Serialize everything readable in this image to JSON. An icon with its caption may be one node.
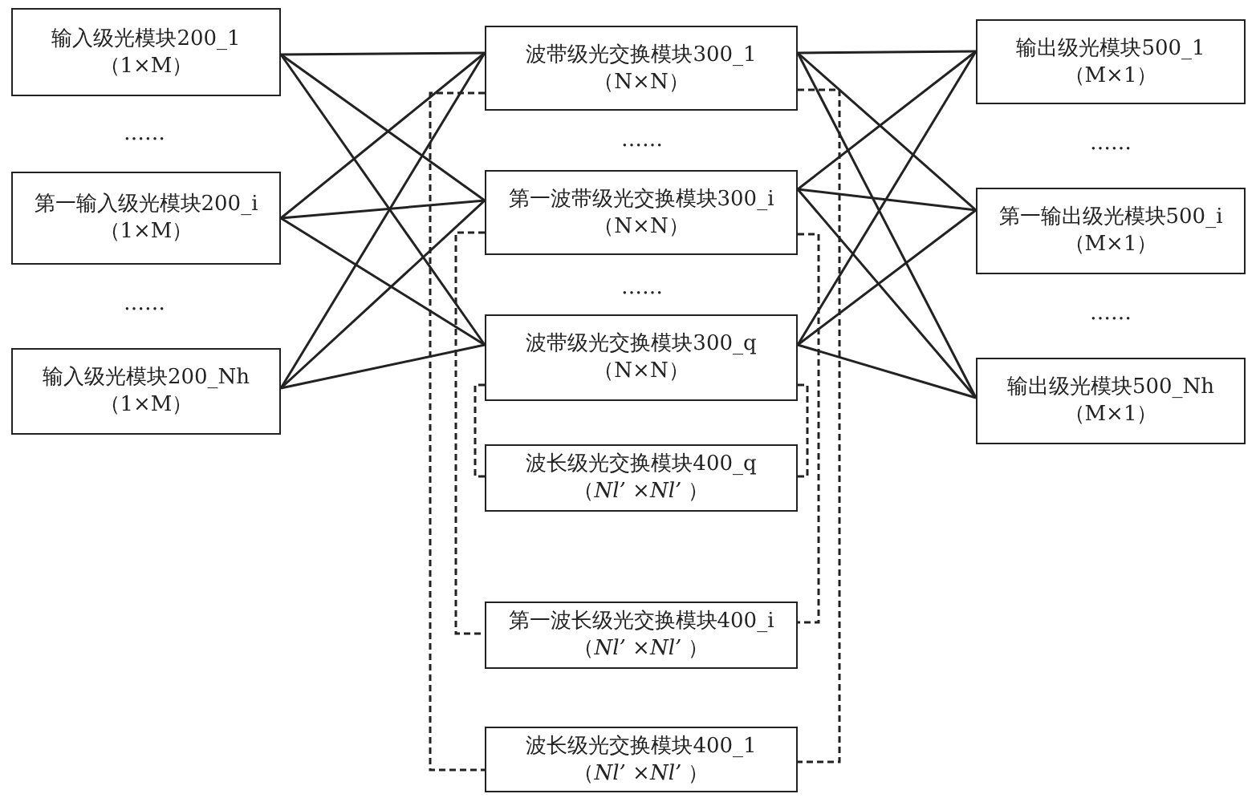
{
  "diagram": {
    "nodes": [
      {
        "text": [
          "输入级光模块200_1",
          "（1×M）"
        ]
      },
      {
        "text": [
          "第一输入级光模块200_i",
          "（1×M）"
        ]
      },
      {
        "text": [
          "输入级光模块200_Nh",
          "（1×M）"
        ]
      },
      {
        "text": [
          "波带级光交换模块300_1",
          "（N×N）"
        ]
      },
      {
        "text": [
          "第一波带级光交换模块300_i",
          "（N×N）"
        ]
      },
      {
        "text": [
          "波带级光交换模块300_q",
          "（N×N）"
        ]
      },
      {
        "text": [
          "波长级光交换模块400_q",
          "（*Nl’* ×*Nl’* ）"
        ]
      },
      {
        "text": [
          "第一波长级光交换模块400_i",
          "（*Nl’* ×*Nl’* ）"
        ]
      },
      {
        "text": [
          "波长级光交换模块400_1",
          "（*Nl’* ×*Nl’* ）"
        ]
      },
      {
        "text": [
          "输出级光模块500_1",
          "（M×1）"
        ]
      },
      {
        "text": [
          "第一输出级光模块500_i",
          "（M×1）"
        ]
      },
      {
        "text": [
          "输出级光模块500_Nh",
          "（M×1）"
        ]
      }
    ],
    "edges": [
      {
        "from": 0,
        "to": 3,
        "arrow": "none"
      },
      {
        "from": 0,
        "to": 4,
        "arrow": "none"
      },
      {
        "from": 0,
        "to": 5,
        "arrow": "none"
      },
      {
        "from": 1,
        "to": 3,
        "arrow": "none"
      },
      {
        "from": 1,
        "to": 4,
        "arrow": "none"
      },
      {
        "from": 1,
        "to": 5,
        "arrow": "none"
      },
      {
        "from": 2,
        "to": 3,
        "arrow": "none"
      },
      {
        "from": 2,
        "to": 4,
        "arrow": "none"
      },
      {
        "from": 2,
        "to": 5,
        "arrow": "none"
      },
      {
        "from": 3,
        "to": 9,
        "arrow": "none"
      },
      {
        "from": 3,
        "to": 10,
        "arrow": "none"
      },
      {
        "from": 3,
        "to": 11,
        "arrow": "none"
      },
      {
        "from": 4,
        "to": 9,
        "arrow": "none"
      },
      {
        "from": 4,
        "to": 10,
        "arrow": "none"
      },
      {
        "from": 4,
        "to": 11,
        "arrow": "none"
      },
      {
        "from": 5,
        "to": 9,
        "arrow": "none"
      },
      {
        "from": 5,
        "to": 10,
        "arrow": "none"
      },
      {
        "from": 5,
        "to": 11,
        "arrow": "none"
      },
      {
        "from": 3,
        "to": 8,
        "arrow": "none",
        "style": "dashed"
      },
      {
        "from": 3,
        "to": 8,
        "arrow": "none",
        "style": "dashed"
      },
      {
        "from": 4,
        "to": 7,
        "arrow": "none",
        "style": "dashed"
      },
      {
        "from": 4,
        "to": 7,
        "arrow": "none",
        "style": "dashed"
      },
      {
        "from": 5,
        "to": 6,
        "arrow": "none",
        "style": "dashed"
      },
      {
        "from": 5,
        "to": 6,
        "arrow": "none",
        "style": "dashed"
      }
    ],
    "labels": [
      "……",
      "……",
      "……",
      "……",
      "……",
      "……"
    ]
  }
}
